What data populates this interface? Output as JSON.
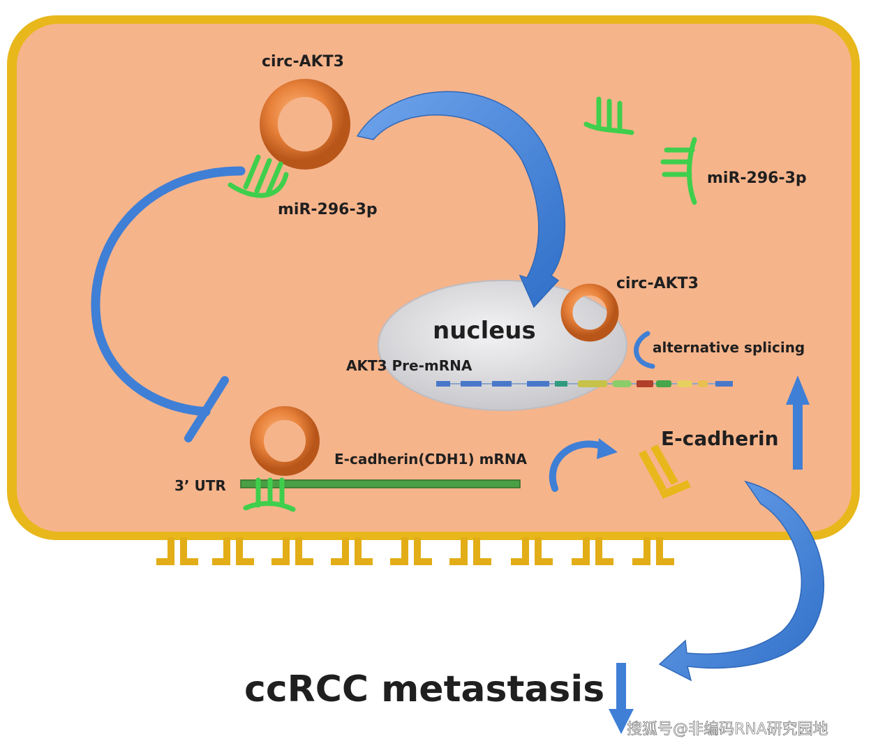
{
  "labels": {
    "circ_akt3_top": "circ-AKT3",
    "mir_left": "miR-296-3p",
    "mir_right": "miR-296-3p",
    "circ_akt3_nucleus": "circ-AKT3",
    "nucleus": "nucleus",
    "alternative_splicing": "alternative splicing",
    "akt3_pre_mrna": "AKT3 Pre-mRNA",
    "e_cadherin": "E-cadherin",
    "e_cadherin_mrna": "E-cadherin(CDH1) mRNA",
    "utr": "3’ UTR",
    "outcome": "ccRCC metastasis"
  },
  "watermark": "搜狐号@非编码RNA研究园地",
  "colors": {
    "cytoplasm": "#f6b48b",
    "membrane": "#e8b71c",
    "arrow_blue": "#3f7fd6",
    "ring_orange": "#e7813a",
    "mirna_green": "#3fcf4c",
    "nucleus_gray": "#d9d9dc"
  }
}
